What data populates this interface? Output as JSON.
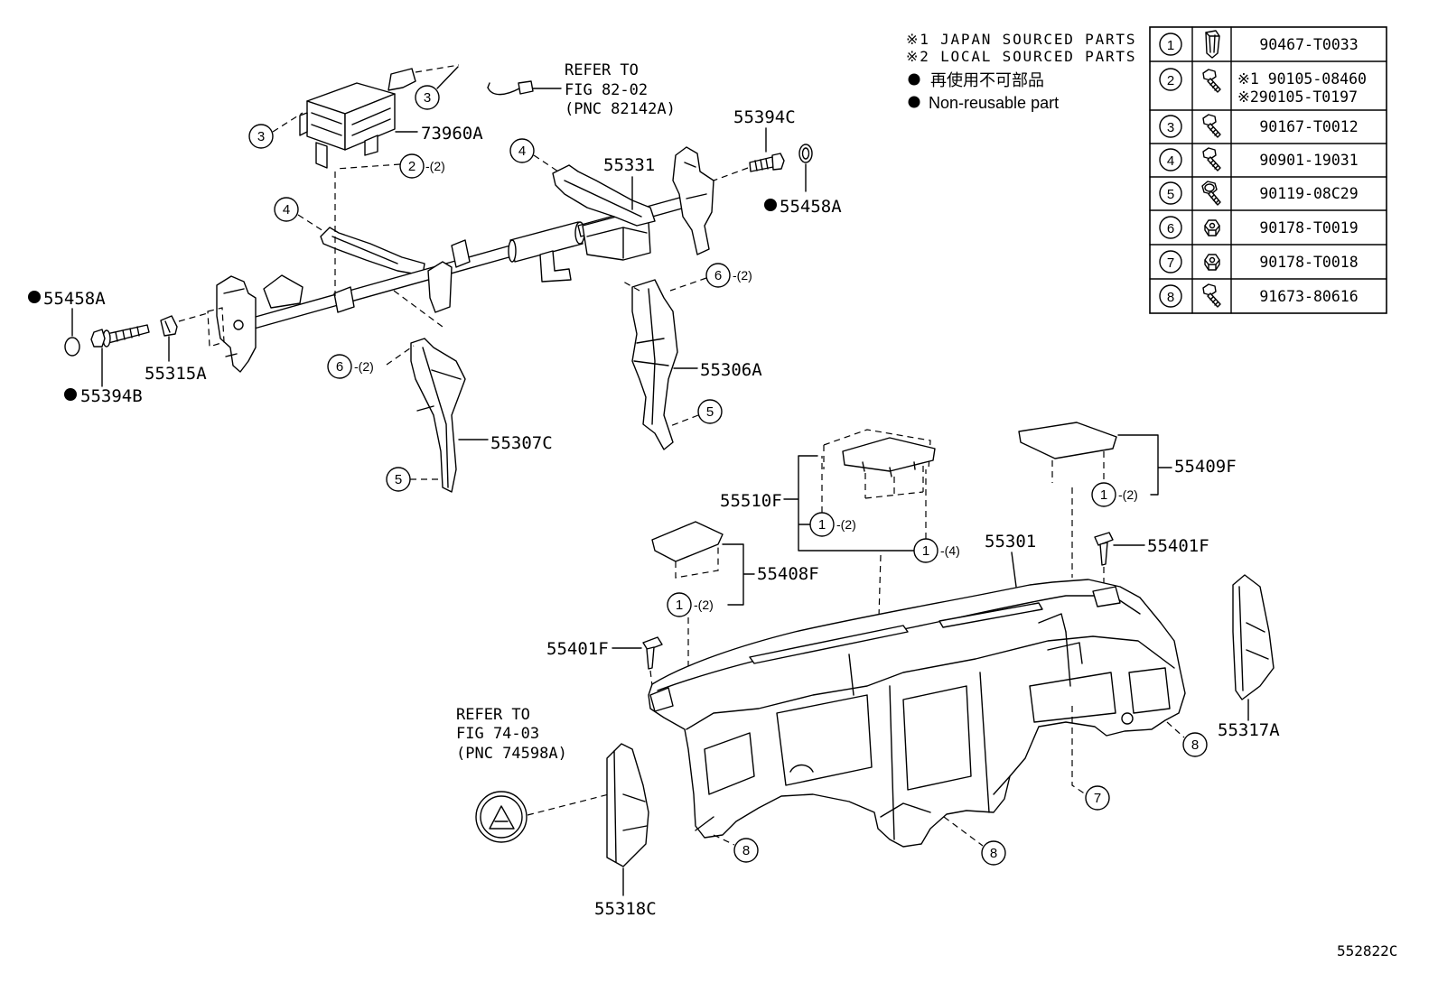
{
  "notes": {
    "japan_sourced": "※1 JAPAN SOURCED PARTS",
    "local_sourced": "※2 LOCAL SOURCED PARTS",
    "non_reusable_jp": "再使用不可部品",
    "non_reusable_en": "Non-reusable part"
  },
  "parts_table": [
    {
      "no": "1",
      "icon": "clip-icon",
      "part": "90467-T0033"
    },
    {
      "no": "2",
      "icon": "screw-icon",
      "part_japan": "※1 90105-08460",
      "part_local": "※290105-T0197"
    },
    {
      "no": "3",
      "icon": "screw-icon",
      "part": "90167-T0012"
    },
    {
      "no": "4",
      "icon": "screw-icon",
      "part": "90901-19031"
    },
    {
      "no": "5",
      "icon": "bolt-icon",
      "part": "90119-08C29"
    },
    {
      "no": "6",
      "icon": "nut-icon",
      "part": "90178-T0019"
    },
    {
      "no": "7",
      "icon": "nut-icon",
      "part": "90178-T0018"
    },
    {
      "no": "8",
      "icon": "screw-icon",
      "part": "91673-80616"
    }
  ],
  "references": {
    "wire": {
      "line1": "REFER TO",
      "line2": "FIG 82-02",
      "line3": "(PNC 82142A)"
    },
    "emblem": {
      "line1": "REFER TO",
      "line2": "FIG 74-03",
      "line3": "(PNC 74598A)"
    }
  },
  "part_labels": {
    "airbag": "73960A",
    "bolt_right": "55394C",
    "reinforcement": "55331",
    "cap_right": "55458A",
    "cap_left": "55458A",
    "bolt_left": "55394B",
    "nut_left": "55315A",
    "brace_right": "55306A",
    "brace_left": "55307C",
    "panel_center": "55510F",
    "panel_right": "55409F",
    "dashboard": "55301",
    "clip_right": "55401F",
    "panel_left": "55408F",
    "clip_left": "55401F",
    "side_panel_right": "55317A",
    "side_panel_left": "55318C"
  },
  "callouts": [
    {
      "no": "3"
    },
    {
      "no": "3"
    },
    {
      "no": "2",
      "qty": "-(2)"
    },
    {
      "no": "4"
    },
    {
      "no": "4"
    },
    {
      "no": "6",
      "qty": "-(2)"
    },
    {
      "no": "6",
      "qty": "-(2)"
    },
    {
      "no": "5"
    },
    {
      "no": "5"
    },
    {
      "no": "1",
      "qty": "-(2)"
    },
    {
      "no": "1",
      "qty": "-(4)"
    },
    {
      "no": "1",
      "qty": "-(2)"
    },
    {
      "no": "1",
      "qty": "-(2)"
    },
    {
      "no": "8"
    },
    {
      "no": "7"
    },
    {
      "no": "8"
    },
    {
      "no": "8"
    }
  ],
  "figure_id": "552822C"
}
